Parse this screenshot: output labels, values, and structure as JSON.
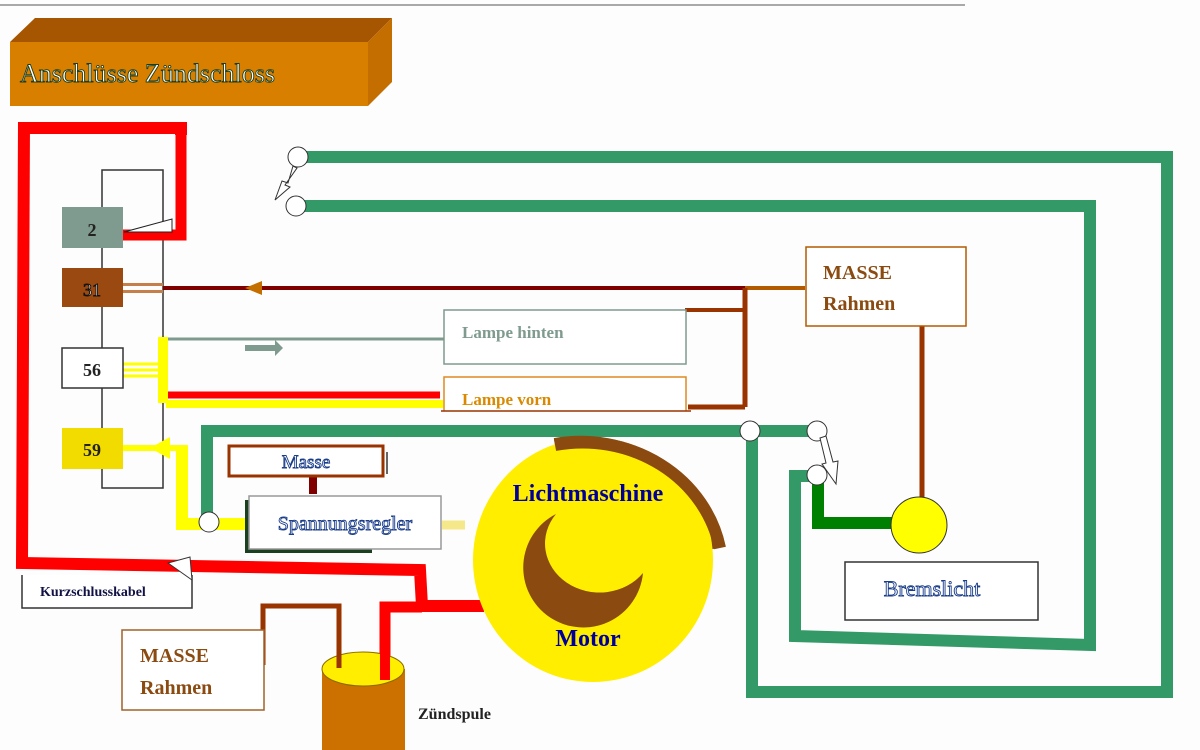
{
  "title": "Anschlüsse Zündschloss",
  "terminals": [
    {
      "id": "2",
      "label": "2",
      "color": "#7f9a8e"
    },
    {
      "id": "31",
      "label": "31",
      "color": "#9a4a10"
    },
    {
      "id": "56",
      "label": "56",
      "color": "#ffffff"
    },
    {
      "id": "59",
      "label": "59",
      "color": "#f2dc00"
    }
  ],
  "components": {
    "lampe_hinten": "Lampe hinten",
    "lampe_vorn": "Lampe vorn",
    "masse_rahmen_right_line1": "MASSE",
    "masse_rahmen_right_line2": "Rahmen",
    "masse_small": "Masse",
    "spannungsregler": "Spannungsregler",
    "lichtmaschine": "Lichtmaschine",
    "motor": "Motor",
    "bremslicht": "Bremslicht",
    "kurzschlusskabel": "Kurzschlusskabel",
    "masse_rahmen_left_line1": "MASSE",
    "masse_rahmen_left_line2": "Rahmen",
    "zuendspule": "Zündspule"
  },
  "colors": {
    "red_wire": "#ff0000",
    "green_wire": "#339966",
    "dark_green_wire": "#008000",
    "yellow_wire": "#ffff00",
    "brown_wire": "#993300",
    "dark_red_wire": "#800000",
    "grey_wire": "#7f9a8e",
    "title_box": "#d97f00",
    "title_box_top": "#a65500",
    "text_blue": "#000099",
    "masse_text": "#8a4a10"
  }
}
